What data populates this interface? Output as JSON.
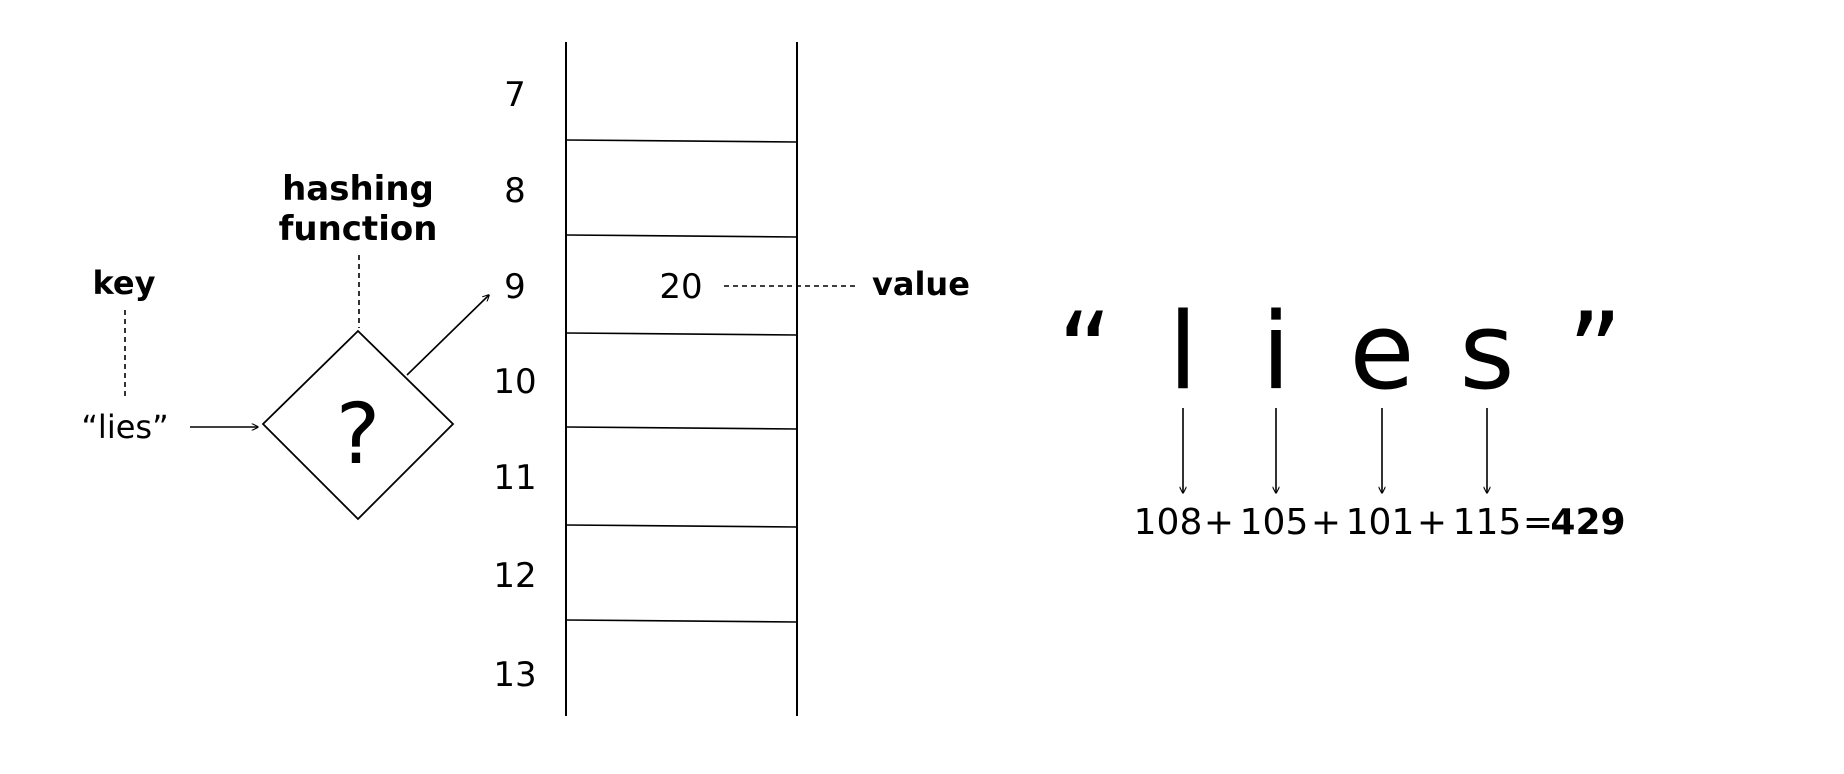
{
  "labels": {
    "key": "key",
    "key_value": "“lies”",
    "hashing_line1": "hashing",
    "hashing_line2": "function",
    "function_symbol": "?",
    "value": "value",
    "stored_value": "20"
  },
  "table": {
    "indices": [
      "7",
      "8",
      "9",
      "10",
      "11",
      "12",
      "13"
    ]
  },
  "breakdown": {
    "open_quote": "“",
    "close_quote": "”",
    "letters": [
      "l",
      "i",
      "e",
      "s"
    ],
    "codes": [
      "108",
      "105",
      "101",
      "115"
    ],
    "plus": "+",
    "equals": "=",
    "sum": "429"
  }
}
